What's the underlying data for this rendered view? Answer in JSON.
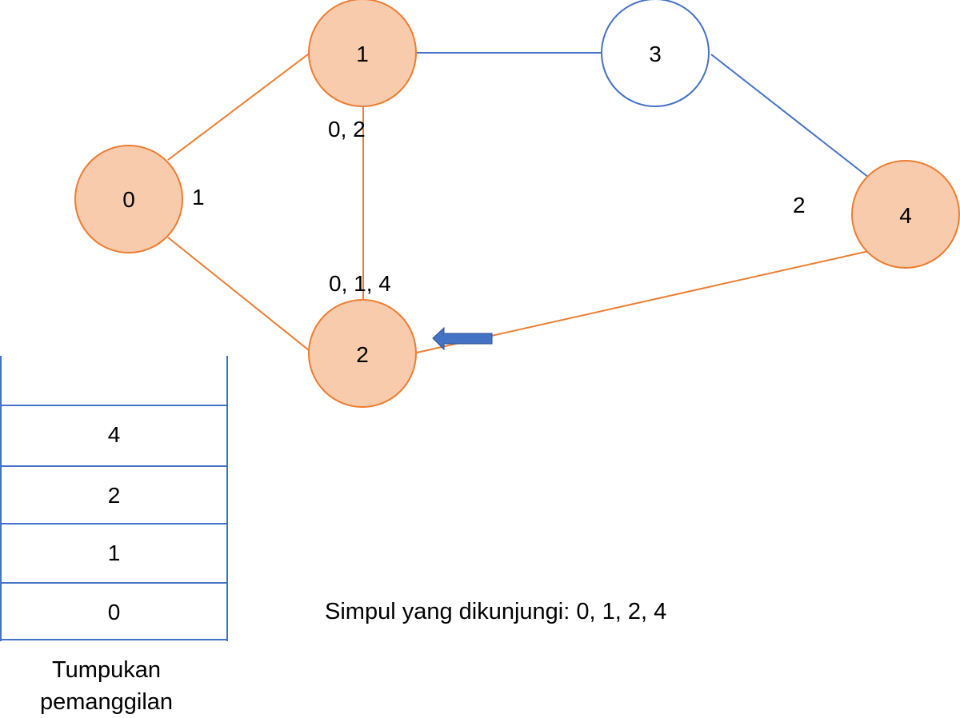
{
  "colors": {
    "visited_fill": "#f8cbad",
    "visited_stroke": "#ed7d31",
    "unvisited_fill": "#ffffff",
    "unvisited_stroke": "#4472c4",
    "arrow_fill": "#4472c4",
    "stack_border": "#4472c4"
  },
  "graph": {
    "nodes": [
      {
        "id": "0",
        "label": "0",
        "visited": true
      },
      {
        "id": "1",
        "label": "1",
        "visited": true
      },
      {
        "id": "2",
        "label": "2",
        "visited": true
      },
      {
        "id": "3",
        "label": "3",
        "visited": false
      },
      {
        "id": "4",
        "label": "4",
        "visited": true
      }
    ],
    "edges": [
      {
        "from": "0",
        "to": "1",
        "traversed": true
      },
      {
        "from": "0",
        "to": "2",
        "traversed": true
      },
      {
        "from": "1",
        "to": "2",
        "traversed": true
      },
      {
        "from": "1",
        "to": "3",
        "traversed": false
      },
      {
        "from": "3",
        "to": "4",
        "traversed": false
      },
      {
        "from": "2",
        "to": "4",
        "traversed": true
      }
    ],
    "annotations": {
      "node0": "1",
      "node1": "0, 2",
      "node2": "0, 1, 4",
      "node4": "2"
    },
    "current_pointer": "2"
  },
  "stack": {
    "items": [
      "4",
      "2",
      "1",
      "0"
    ],
    "caption": "Tumpukan pemanggilan"
  },
  "visited_text": "Simpul yang dikunjungi: 0, 1, 2, 4"
}
